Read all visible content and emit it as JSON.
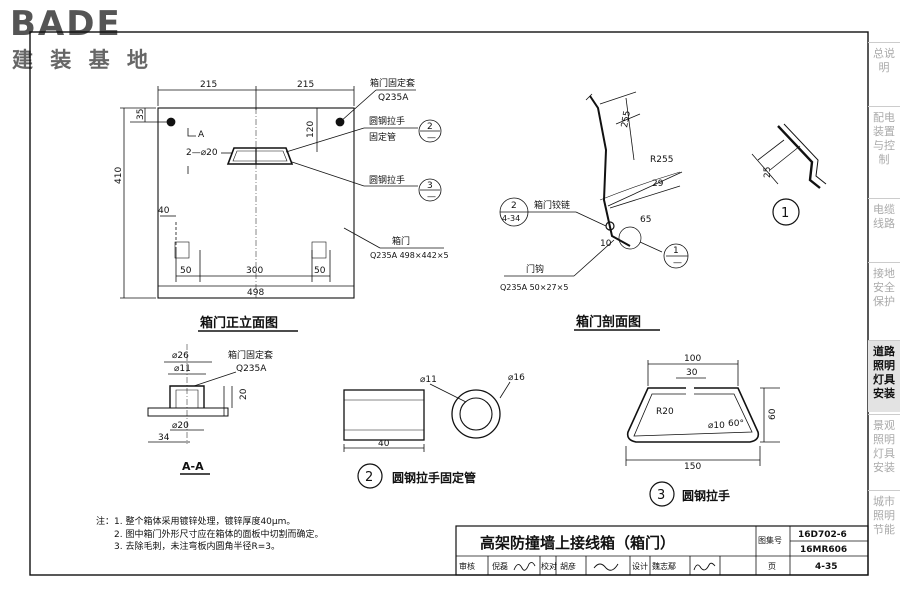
{
  "logo": {
    "brand": "BADE",
    "subtitle": "建 装 基 地"
  },
  "sidebar": {
    "items": [
      {
        "label": "总说明",
        "active": false
      },
      {
        "label": "配电装置与控制",
        "active": false
      },
      {
        "label": "电缆线路",
        "active": false
      },
      {
        "label": "接地安全保护",
        "active": false
      },
      {
        "label": "道路照明灯具安装",
        "active": true
      },
      {
        "label": "景观照明灯具安装",
        "active": false
      },
      {
        "label": "城市照明节能",
        "active": false
      }
    ]
  },
  "front_view": {
    "title": "箱门正立面图",
    "dims": {
      "top_left": "215",
      "top_right": "215",
      "height": "410",
      "offset_35": "35",
      "offset_120": "120",
      "offset_40": "40",
      "hole": "2—⌀20",
      "bottom_50_left": "50",
      "bottom_300": "300",
      "bottom_50_right": "50",
      "width": "498",
      "section_mark": "A"
    },
    "labels": {
      "sleeve": "箱门固定套",
      "sleeve_mat": "Q235A",
      "handle_pipe_1": "圆钢拉手",
      "handle_pipe_2": "固定管",
      "handle": "圆钢拉手",
      "door": "箱门",
      "door_spec": "Q235A  498×442×5"
    },
    "callouts": {
      "c2_top": "2",
      "c2_bot": "—",
      "c3_top": "3",
      "c3_bot": "—"
    }
  },
  "section_view": {
    "title": "箱门剖面图",
    "dims": {
      "len": "255",
      "radius": "R255",
      "angle": "29",
      "d65": "65",
      "d10": "10"
    },
    "labels": {
      "hinge": "箱门铰链",
      "hook": "门钩",
      "hook_spec": "Q235A  50×27×5"
    },
    "callouts": {
      "ref_top": "2",
      "ref_bot": "4-34",
      "c1_top": "1",
      "c1_bot": "—"
    }
  },
  "detail1": {
    "num": "1",
    "dim": "25"
  },
  "aa": {
    "title": "A-A",
    "d26": "⌀26",
    "d11": "⌀11",
    "d20": "⌀20",
    "h20": "20",
    "w34": "34",
    "label": "箱门固定套",
    "mat": "Q235A"
  },
  "pipe": {
    "title": "圆钢拉手固定管",
    "num": "2",
    "d11": "⌀11",
    "d16": "⌀16",
    "len": "40"
  },
  "handle": {
    "title": "圆钢拉手",
    "num": "3",
    "w100": "100",
    "w30": "30",
    "r20": "R20",
    "d10": "⌀10",
    "angle": "60°",
    "h60": "60",
    "w150": "150"
  },
  "notes": {
    "label": "注：",
    "items": [
      "1. 整个箱体采用镀锌处理，镀锌厚度40μm。",
      "2. 图中箱门外形尺寸应在箱体的面板中切割而确定。",
      "3. 去除毛刺，未注弯板内圆角半径R=3。"
    ]
  },
  "title_block": {
    "title": "高架防撞墙上接线箱（箱门）",
    "atlas_label": "图集号",
    "atlas_no1": "16D702-6",
    "atlas_no2": "16MR606",
    "review_label": "审核",
    "reviewer": "倪磊",
    "check_label": "校对",
    "checker": "胡彦",
    "design_label": "设计",
    "designer": "魏志鄢",
    "page_label": "页",
    "page_no": "4-35"
  }
}
